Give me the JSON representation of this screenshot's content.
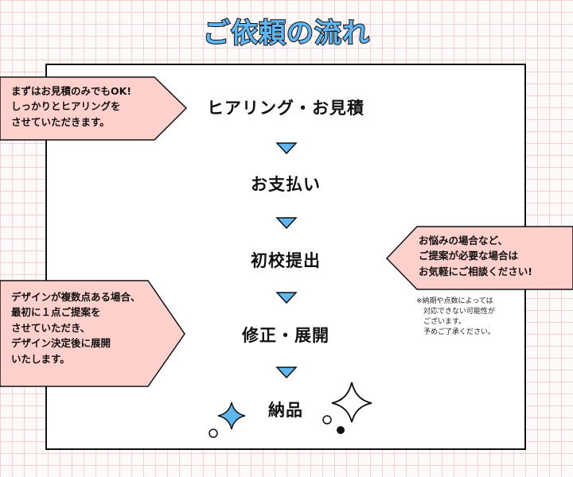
{
  "title": "ご依頼の流れ",
  "steps": [
    "ヒアリング・お見積",
    "お支払い",
    "初校提出",
    "修正・展開",
    "納品"
  ],
  "callouts": {
    "estimate": "まずはお見積のみでもOK!\nしっかりとヒアリングを\nさせていただきます。",
    "consult": "お悩みの場合など、\nご提案が必要な場合は\nお気軽にご相談ください!",
    "design": "デザインが複数点ある場合、\n最初に１点ご提案を\nさせていただき、\nデザイン決定後に展開\nいたします。"
  },
  "note": "※納期や点数によっては\n　対応できない可能性が\n　ございます。\n　予めご了承ください。",
  "colors": {
    "accent_blue": "#5fb6f0",
    "callout_pink": "#ffd0cc",
    "grid_pink": "#f6cfd3"
  }
}
